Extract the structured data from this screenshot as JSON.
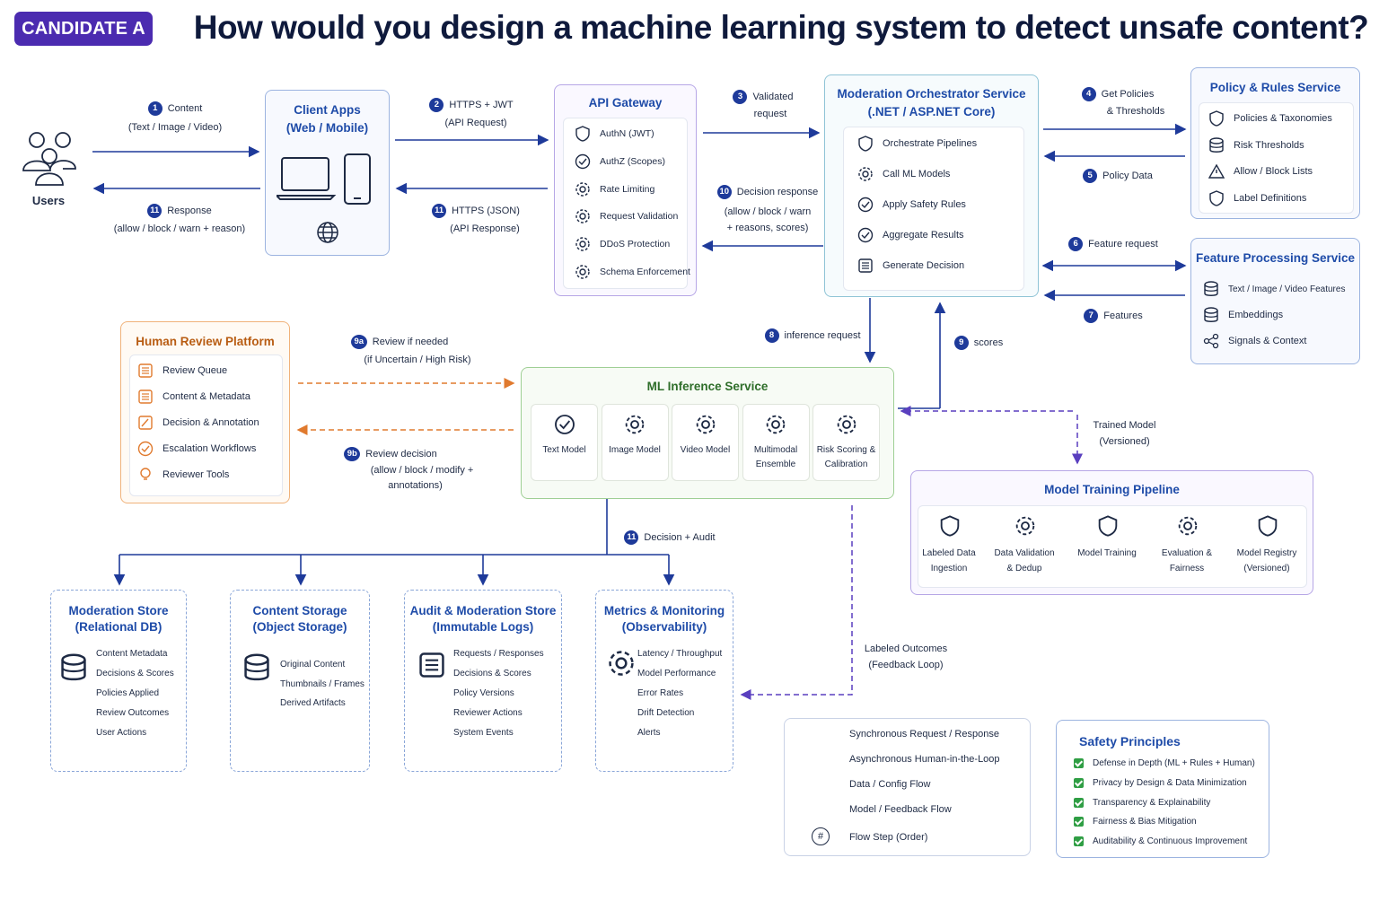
{
  "badge": "CANDIDATE A",
  "title": "How would you design a machine learning system to detect unsafe content?",
  "users": {
    "label": "Users"
  },
  "client": {
    "title1": "Client Apps",
    "title2": "(Web / Mobile)"
  },
  "gateway": {
    "title": "API Gateway",
    "items": [
      "AuthN (JWT)",
      "AuthZ (Scopes)",
      "Rate Limiting",
      "Request Validation",
      "DDoS Protection",
      "Schema Enforcement"
    ]
  },
  "orchestrator": {
    "title1": "Moderation Orchestrator Service",
    "title2": "(.NET / ASP.NET Core)",
    "items": [
      "Orchestrate Pipelines",
      "Call ML Models",
      "Apply Safety Rules",
      "Aggregate Results",
      "Generate Decision"
    ]
  },
  "policy": {
    "title": "Policy & Rules Service",
    "items": [
      "Policies & Taxonomies",
      "Risk Thresholds",
      "Allow / Block Lists",
      "Label Definitions"
    ]
  },
  "feature": {
    "title": "Feature Processing Service",
    "items": [
      "Text / Image / Video Features",
      "Embeddings",
      "Signals & Context"
    ]
  },
  "human": {
    "title": "Human Review Platform",
    "items": [
      "Review Queue",
      "Content & Metadata",
      "Decision & Annotation",
      "Escalation Workflows",
      "Reviewer Tools"
    ]
  },
  "ml": {
    "title": "ML Inference Service",
    "models": [
      {
        "l1": "Text Model",
        "l2": ""
      },
      {
        "l1": "Image Model",
        "l2": ""
      },
      {
        "l1": "Video Model",
        "l2": ""
      },
      {
        "l1": "Multimodal",
        "l2": "Ensemble"
      },
      {
        "l1": "Risk Scoring &",
        "l2": "Calibration"
      }
    ]
  },
  "training": {
    "title": "Model Training Pipeline",
    "steps": [
      {
        "l1": "Labeled Data",
        "l2": "Ingestion"
      },
      {
        "l1": "Data Validation",
        "l2": "& Dedup"
      },
      {
        "l1": "Model Training",
        "l2": ""
      },
      {
        "l1": "Evaluation &",
        "l2": "Fairness"
      },
      {
        "l1": "Model Registry",
        "l2": "(Versioned)"
      }
    ]
  },
  "stores": [
    {
      "t1": "Moderation Store",
      "t2": "(Relational DB)",
      "items": [
        "Content Metadata",
        "Decisions & Scores",
        "Policies Applied",
        "Review Outcomes",
        "User Actions"
      ]
    },
    {
      "t1": "Content Storage",
      "t2": "(Object Storage)",
      "items": [
        "Original Content",
        "Thumbnails / Frames",
        "Derived Artifacts"
      ]
    },
    {
      "t1": "Audit & Moderation Store",
      "t2": "(Immutable Logs)",
      "items": [
        "Requests / Responses",
        "Decisions & Scores",
        "Policy Versions",
        "Reviewer Actions",
        "System Events"
      ]
    },
    {
      "t1": "Metrics & Monitoring",
      "t2": "(Observability)",
      "items": [
        "Latency / Throughput",
        "Model Performance",
        "Error Rates",
        "Drift Detection",
        "Alerts"
      ]
    }
  ],
  "flows": {
    "f1_num": "1",
    "f1_a": "Content",
    "f1_b": "(Text / Image / Video)",
    "f2_num": "2",
    "f2_a": "HTTPS + JWT",
    "f2_b": "(API Request)",
    "f3_num": "3",
    "f3_a": "Validated",
    "f3_b": "request",
    "f4_num": "4",
    "f4_a": "Get Policies",
    "f4_b": "& Thresholds",
    "f5_num": "5",
    "f5_a": "Policy Data",
    "f6_num": "6",
    "f6_a": "Feature request",
    "f7_num": "7",
    "f7_a": "Features",
    "f8_num": "8",
    "f8_a": "inference request",
    "f9_num": "9",
    "f9_a": "scores",
    "f9a_num": "9a",
    "f9a_a": "Review if needed",
    "f9a_b": "(if Uncertain / High Risk)",
    "f9b_num": "9b",
    "f9b_a": "Review decision",
    "f9b_b": "(allow / block / modify +",
    "f9b_c": "annotations)",
    "f10_num": "10",
    "f10_a": "Decision response",
    "f10_b": "(allow / block / warn",
    "f10_c": "+ reasons, scores)",
    "f11_num": "11",
    "f11r_a": "Response",
    "f11r_b": "(allow / block / warn + reason)",
    "f11h_a": "HTTPS (JSON)",
    "f11h_b": "(API Response)",
    "f11d_a": "Decision + Audit",
    "trained_a": "Trained Model",
    "trained_b": "(Versioned)",
    "labeled_a": "Labeled Outcomes",
    "labeled_b": "(Feedback Loop)"
  },
  "legend": {
    "items": [
      "Synchronous Request / Response",
      "Asynchronous Human-in-the-Loop",
      "Data / Config Flow",
      "Model / Feedback Flow",
      "Flow Step (Order)"
    ],
    "step_symbol": "#"
  },
  "safety": {
    "title": "Safety Principles",
    "items": [
      "Defense in Depth (ML + Rules + Human)",
      "Privacy by Design & Data Minimization",
      "Transparency & Explainability",
      "Fairness & Bias Mitigation",
      "Auditability & Continuous Improvement"
    ]
  },
  "colors": {
    "blue": "#1e3a9a",
    "orange": "#e07a2e",
    "teal": "#2a8c9a",
    "purple": "#5a3fbf",
    "green": "#2f9e44"
  }
}
